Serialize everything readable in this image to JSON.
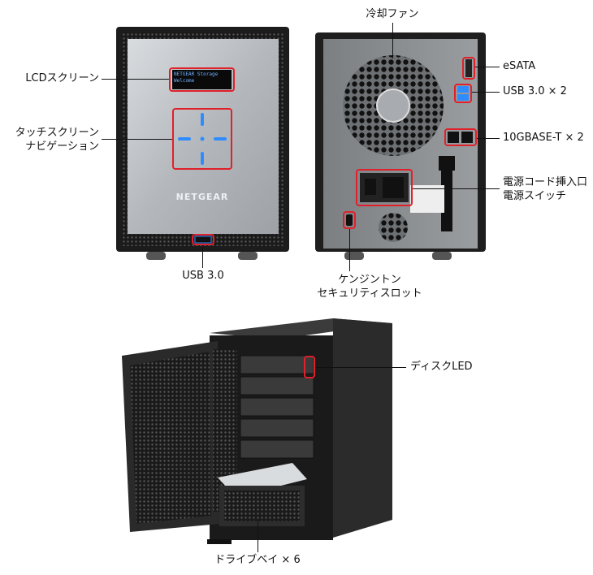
{
  "colors": {
    "highlight": "#e0202a",
    "chassis": "#2a2a2a",
    "silver_panel": "#b9bcbf",
    "rear_panel": "#8c8f92",
    "led_blue": "#2f8cff"
  },
  "front_device": {
    "lcd_line1": "NETGEAR Storage",
    "lcd_line2": "Welcome",
    "brand": "NETGEAR"
  },
  "labels": {
    "lcd_screen": "LCDスクリーン",
    "touch_nav_line1": "タッチスクリーン",
    "touch_nav_line2": "ナビゲーション",
    "usb_front": "USB 3.0",
    "cooling_fan": "冷却ファン",
    "esata": "eSATA",
    "usb_rear": "USB 3.0 × 2",
    "ten_gbase_t": "10GBASE-T × 2",
    "power_cord_inlet": "電源コード挿入口",
    "power_switch": "電源スイッチ",
    "kensington_line1": "ケンジントン",
    "kensington_line2": "セキュリティスロット",
    "disk_led": "ディスクLED",
    "drive_bays": "ドライブベイ × 6"
  },
  "icons": [
    "usb-port-icon",
    "fan-grille-icon",
    "power-switch-icon",
    "kensington-slot-icon"
  ]
}
